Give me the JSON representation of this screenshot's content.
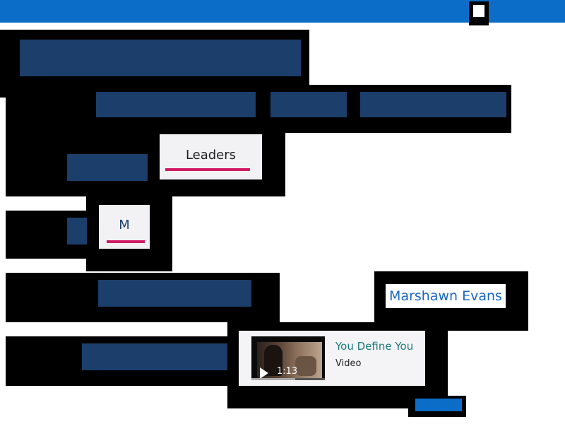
{
  "tabs": {
    "leaders_label": "Leaders",
    "m_label": "M"
  },
  "featured_person": {
    "name": "Marshawn Evans"
  },
  "video": {
    "title": "You Define You",
    "type": "Video",
    "duration": "1:13",
    "progress_fraction": 0.6
  },
  "colors": {
    "top_bar": "#0b6dc8",
    "placeholder_block": "#1b3e6b",
    "tab_underline": "#d01c66",
    "link": "#1967c9",
    "video_title": "#1f7a7a"
  }
}
